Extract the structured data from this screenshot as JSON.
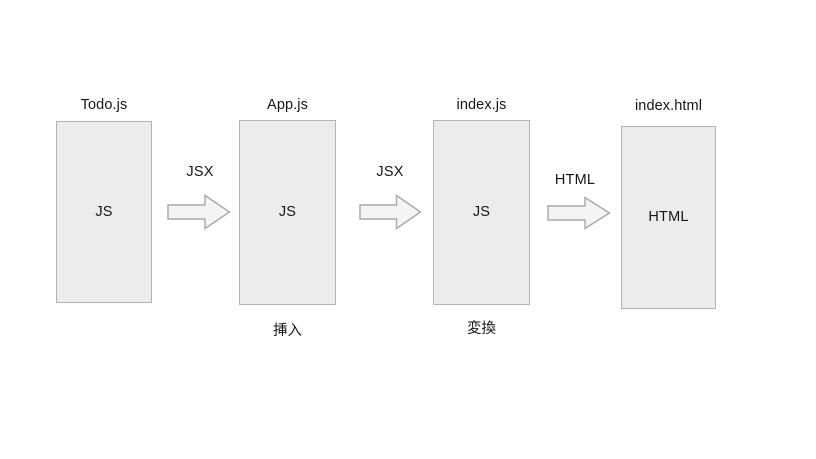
{
  "diagram": {
    "background_color": "#ffffff",
    "node_fill": "#ececec",
    "node_stroke": "#b4b4b4",
    "arrow_fill": "#f4f4f4",
    "arrow_stroke": "#a8a8a8",
    "nodes": [
      {
        "id": "todo",
        "caption": "Todo.js",
        "body": "JS",
        "sub": ""
      },
      {
        "id": "app",
        "caption": "App.js",
        "body": "JS",
        "sub": "挿入"
      },
      {
        "id": "index",
        "caption": "index.js",
        "body": "JS",
        "sub": "変換"
      },
      {
        "id": "html",
        "caption": "index.html",
        "body": "HTML",
        "sub": ""
      }
    ],
    "edges": [
      {
        "id": "e1",
        "label": "JSX",
        "from": "todo",
        "to": "app",
        "direction": "right"
      },
      {
        "id": "e2",
        "label": "JSX",
        "from": "app",
        "to": "index",
        "direction": "right"
      },
      {
        "id": "e3",
        "label": "HTML",
        "from": "index",
        "to": "html",
        "direction": "right"
      }
    ]
  }
}
